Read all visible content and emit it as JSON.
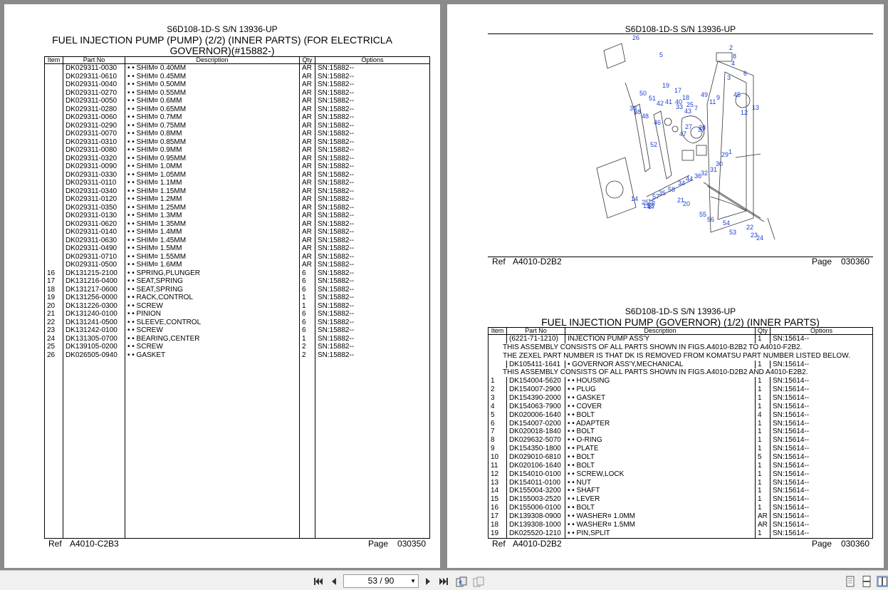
{
  "left_page": {
    "model": "S6D108-1D-S S/N 13936-UP",
    "title_line1": "FUEL INJECTION PUMP (PUMP) (2/2) (INNER PARTS) (FOR ELECTRICLA",
    "title_line2": "GOVERNOR)(#15882-)",
    "headers": {
      "item": "Item",
      "part": "Part No",
      "desc": "Description",
      "qty": "Qty",
      "opt": "Options"
    },
    "rows": [
      [
        "",
        "DK029311-0030",
        "• • SHIM¤ 0.40MM",
        "AR",
        "SN:15882--"
      ],
      [
        "",
        "DK029311-0610",
        "• • SHIM¤ 0.45MM",
        "AR",
        "SN:15882--"
      ],
      [
        "",
        "DK029311-0040",
        "• • SHIM¤ 0.50MM",
        "AR",
        "SN:15882--"
      ],
      [
        "",
        "DK029311-0270",
        "• • SHIM¤ 0.55MM",
        "AR",
        "SN:15882--"
      ],
      [
        "",
        "DK029311-0050",
        "• • SHIM¤ 0.6MM",
        "AR",
        "SN:15882--"
      ],
      [
        "",
        "DK029311-0280",
        "• • SHIM¤ 0.65MM",
        "AR",
        "SN:15882--"
      ],
      [
        "",
        "DK029311-0060",
        "• • SHIM¤ 0.7MM",
        "AR",
        "SN:15882--"
      ],
      [
        "",
        "DK029311-0290",
        "• • SHIM¤ 0.75MM",
        "AR",
        "SN:15882--"
      ],
      [
        "",
        "DK029311-0070",
        "• • SHIM¤ 0.8MM",
        "AR",
        "SN:15882--"
      ],
      [
        "",
        "DK029311-0310",
        "• • SHIM¤ 0.85MM",
        "AR",
        "SN:15882--"
      ],
      [
        "",
        "DK029311-0080",
        "• • SHIM¤ 0.9MM",
        "AR",
        "SN:15882--"
      ],
      [
        "",
        "DK029311-0320",
        "• • SHIM¤ 0.95MM",
        "AR",
        "SN:15882--"
      ],
      [
        "",
        "DK029311-0090",
        "• • SHIM¤ 1.0MM",
        "AR",
        "SN:15882--"
      ],
      [
        "",
        "DK029311-0330",
        "• • SHIM¤ 1.05MM",
        "AR",
        "SN:15882--"
      ],
      [
        "",
        "DK029311-0110",
        "• • SHIM¤ 1.1MM",
        "AR",
        "SN:15882--"
      ],
      [
        "",
        "DK029311-0340",
        "• • SHIM¤ 1.15MM",
        "AR",
        "SN:15882--"
      ],
      [
        "",
        "DK029311-0120",
        "• • SHIM¤ 1.2MM",
        "AR",
        "SN:15882--"
      ],
      [
        "",
        "DK029311-0350",
        "• • SHIM¤ 1.25MM",
        "AR",
        "SN:15882--"
      ],
      [
        "",
        "DK029311-0130",
        "• • SHIM¤ 1.3MM",
        "AR",
        "SN:15882--"
      ],
      [
        "",
        "DK029311-0620",
        "• • SHIM¤ 1.35MM",
        "AR",
        "SN:15882--"
      ],
      [
        "",
        "DK029311-0140",
        "• • SHIM¤ 1.4MM",
        "AR",
        "SN:15882--"
      ],
      [
        "",
        "DK029311-0630",
        "• • SHIM¤ 1.45MM",
        "AR",
        "SN:15882--"
      ],
      [
        "",
        "DK029311-0490",
        "• • SHIM¤ 1.5MM",
        "AR",
        "SN:15882--"
      ],
      [
        "",
        "DK029311-0710",
        "• • SHIM¤ 1.55MM",
        "AR",
        "SN:15882--"
      ],
      [
        "",
        "DK029311-0500",
        "• • SHIM¤ 1.6MM",
        "AR",
        "SN:15882--"
      ],
      [
        "16",
        "DK131215-2100",
        "• • SPRING,PLUNGER",
        "6",
        "SN:15882--"
      ],
      [
        "17",
        "DK131216-0400",
        "• • SEAT,SPRING",
        "6",
        "SN:15882--"
      ],
      [
        "18",
        "DK131217-0600",
        "• • SEAT,SPRING",
        "6",
        "SN:15882--"
      ],
      [
        "19",
        "DK131256-0000",
        "• • RACK,CONTROL",
        "1",
        "SN:15882--"
      ],
      [
        "20",
        "DK131226-0300",
        "• • SCREW",
        "1",
        "SN:15882--"
      ],
      [
        "21",
        "DK131240-0100",
        "• • PINION",
        "6",
        "SN:15882--"
      ],
      [
        "22",
        "DK131241-0500",
        "• • SLEEVE,CONTROL",
        "6",
        "SN:15882--"
      ],
      [
        "23",
        "DK131242-0100",
        "• • SCREW",
        "6",
        "SN:15882--"
      ],
      [
        "24",
        "DK131305-0700",
        "• • BEARING,CENTER",
        "1",
        "SN:15882--"
      ],
      [
        "25",
        "DK139105-0200",
        "• • SCREW",
        "2",
        "SN:15882--"
      ],
      [
        "26",
        "DK026505-0940",
        "• • GASKET",
        "2",
        "SN:15882--"
      ]
    ],
    "ref_label": "Ref",
    "ref_code": "A4010-C2B3",
    "page_label": "Page",
    "page_no": "030350"
  },
  "right_page": {
    "diagram_model": "S6D108-1D-S S/N 13936-UP",
    "diagram_ref_label": "Ref",
    "diagram_ref_code": "A4010-D2B2",
    "diagram_page_label": "Page",
    "diagram_page_no": "030360",
    "callouts": [
      "26",
      "5",
      "2",
      "8",
      "4",
      "3",
      "6",
      "45",
      "13",
      "12",
      "19",
      "17",
      "18",
      "25",
      "7",
      "11",
      "9",
      "49",
      "50",
      "51",
      "42",
      "41",
      "40",
      "33",
      "39",
      "38",
      "48",
      "46",
      "43",
      "27",
      "28",
      "37",
      "47",
      "52",
      "1",
      "29",
      "30",
      "31",
      "32",
      "36",
      "44",
      "34",
      "58",
      "35",
      "57",
      "16",
      "15",
      "14",
      "25",
      "18",
      "17",
      "21",
      "20",
      "55",
      "56",
      "54",
      "53",
      "22",
      "23",
      "24"
    ],
    "model": "S6D108-1D-S S/N 13936-UP",
    "title": "FUEL INJECTION PUMP (GOVERNOR) (1/2) (INNER PARTS)",
    "headers": {
      "item": "Item",
      "part": "Part No",
      "desc": "Description",
      "qty": "Qty",
      "opt": "Options"
    },
    "rows": [
      {
        "cells": [
          "",
          "(6221-71-1210)",
          "INJECTION PUMP ASS'Y",
          "1",
          "SN:15614--"
        ]
      },
      {
        "note": "THIS ASSEMBLY CONSISTS OF ALL PARTS SHOWN IN FIGS.A4010-B2B2 TO A4010-F2B2."
      },
      {
        "note": "THE ZEXEL PART NUMBER IS THAT DK IS REMOVED FROM KOMATSU PART NUMBER LISTED BELOW."
      },
      {
        "cells": [
          "",
          "DK105411-1641",
          "• GOVERNOR ASS'Y,MECHANICAL",
          "1",
          "SN:15614--"
        ]
      },
      {
        "note": "THIS ASSEMBLY CONSISTS OF ALL PARTS SHOWN IN FIGS.A4010-D2B2 AND A4010-E2B2."
      },
      {
        "cells": [
          "1",
          "DK154004-5620",
          "• • HOUSING",
          "1",
          "SN:15614--"
        ]
      },
      {
        "cells": [
          "2",
          "DK154007-2900",
          "• • PLUG",
          "1",
          "SN:15614--"
        ]
      },
      {
        "cells": [
          "3",
          "DK154390-2000",
          "• • GASKET",
          "1",
          "SN:15614--"
        ]
      },
      {
        "cells": [
          "4",
          "DK154063-7900",
          "• • COVER",
          "1",
          "SN:15614--"
        ]
      },
      {
        "cells": [
          "5",
          "DK020006-1640",
          "• • BOLT",
          "4",
          "SN:15614--"
        ]
      },
      {
        "cells": [
          "6",
          "DK154007-0200",
          "• • ADAPTER",
          "1",
          "SN:15614--"
        ]
      },
      {
        "cells": [
          "7",
          "DK020018-1840",
          "• • BOLT",
          "1",
          "SN:15614--"
        ]
      },
      {
        "cells": [
          "8",
          "DK029632-5070",
          "• • O-RING",
          "1",
          "SN:15614--"
        ]
      },
      {
        "cells": [
          "9",
          "DK154350-1800",
          "• • PLATE",
          "1",
          "SN:15614--"
        ]
      },
      {
        "cells": [
          "10",
          "DK029010-6810",
          "• • BOLT",
          "5",
          "SN:15614--"
        ]
      },
      {
        "cells": [
          "11",
          "DK020106-1640",
          "• • BOLT",
          "1",
          "SN:15614--"
        ]
      },
      {
        "cells": [
          "12",
          "DK154010-0100",
          "• • SCREW,LOCK",
          "1",
          "SN:15614--"
        ]
      },
      {
        "cells": [
          "13",
          "DK154011-0100",
          "• • NUT",
          "1",
          "SN:15614--"
        ]
      },
      {
        "cells": [
          "14",
          "DK155004-3200",
          "• • SHAFT",
          "1",
          "SN:15614--"
        ]
      },
      {
        "cells": [
          "15",
          "DK155003-2520",
          "• • LEVER",
          "1",
          "SN:15614--"
        ]
      },
      {
        "cells": [
          "16",
          "DK155006-0100",
          "• • BOLT",
          "1",
          "SN:15614--"
        ]
      },
      {
        "cells": [
          "17",
          "DK139308-0900",
          "• • WASHER¤ 1.0MM",
          "AR",
          "SN:15614--"
        ]
      },
      {
        "cells": [
          "18",
          "DK139308-1000",
          "• • WASHER¤ 1.5MM",
          "AR",
          "SN:15614--"
        ]
      },
      {
        "cells": [
          "19",
          "DK025520-1210",
          "• • PIN,SPLIT",
          "1",
          "SN:15614--"
        ]
      }
    ],
    "ref_label": "Ref",
    "ref_code": "A4010-D2B2",
    "page_label": "Page",
    "page_no": "030360"
  },
  "toolbar": {
    "page_indicator": "53 / 90",
    "icons": [
      "first-page-icon",
      "prev-page-icon",
      "next-page-icon",
      "last-page-icon",
      "history-back-icon",
      "history-forward-icon",
      "single-page-view-icon",
      "continuous-view-icon",
      "two-page-view-icon"
    ]
  }
}
